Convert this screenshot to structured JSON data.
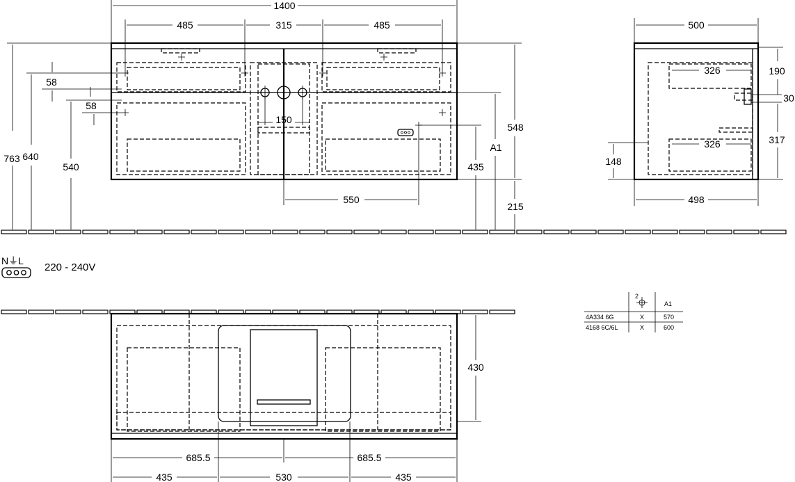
{
  "front": {
    "width_total": "1400",
    "seg_left": "485",
    "seg_mid": "315",
    "seg_right": "485",
    "h_total": "763",
    "h_top": "640",
    "h_lower": "540",
    "gap1": "58",
    "gap2": "58",
    "drain_spacing": "150",
    "mount_height": "548",
    "a1_label": "A1",
    "cable_height": "435",
    "floor_gap": "215",
    "cable_offset": "550"
  },
  "side": {
    "depth_top": "500",
    "depth_bottom": "498",
    "inner_top": "326",
    "inner_bottom": "326",
    "h_190": "190",
    "h_30": "30",
    "h_317": "317",
    "h_148": "148"
  },
  "electrical": {
    "symbol_label": "N⏚L",
    "voltage": "220 - 240V"
  },
  "plan": {
    "depth": "430",
    "half_left": "685.5",
    "half_right": "685.5",
    "seg_left": "435",
    "seg_mid": "530",
    "seg_right": "435"
  },
  "table": {
    "header_symbol": "2",
    "header_a1": "A1",
    "rows": [
      {
        "code": "4A334 6G",
        "mark": "X",
        "a1": "570"
      },
      {
        "code": "4168 6C/6L",
        "mark": "X",
        "a1": "600"
      }
    ]
  }
}
